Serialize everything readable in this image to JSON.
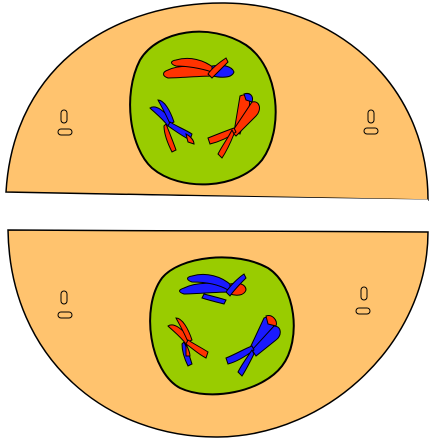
{
  "diagram": {
    "description_visible_text": "",
    "colors": {
      "background": "#ffffff",
      "cytoplasm": "#FFC36E",
      "nucleus": "#99CC00",
      "chromosome_red": "#FF3300",
      "chromosome_blue": "#1A1AFF",
      "outline": "#000000"
    },
    "cells": [
      {
        "id": "upper-daughter-cell",
        "chromosomes": [
          {
            "id": "upper-chromosome-1",
            "colors": [
              "red",
              "blue"
            ]
          },
          {
            "id": "upper-chromosome-2",
            "colors": [
              "blue",
              "red"
            ]
          },
          {
            "id": "upper-chromosome-3",
            "colors": [
              "red",
              "red"
            ]
          }
        ],
        "centriole_pairs": 2
      },
      {
        "id": "lower-daughter-cell",
        "chromosomes": [
          {
            "id": "lower-chromosome-1",
            "colors": [
              "blue",
              "red"
            ]
          },
          {
            "id": "lower-chromosome-2",
            "colors": [
              "red",
              "blue"
            ]
          },
          {
            "id": "lower-chromosome-3",
            "colors": [
              "blue",
              "blue"
            ]
          }
        ],
        "centriole_pairs": 2
      }
    ]
  }
}
